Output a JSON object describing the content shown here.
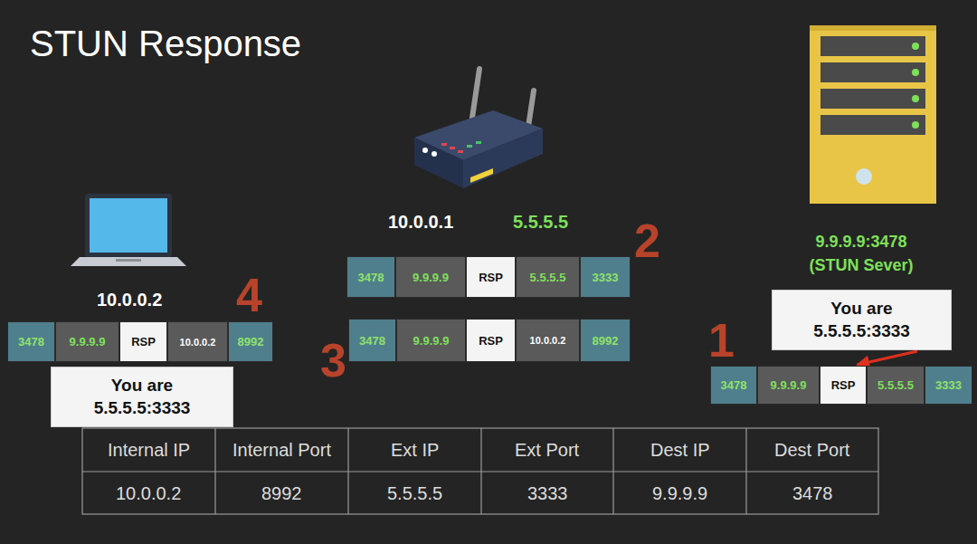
{
  "diagram": {
    "title": "STUN Response",
    "nodes": [
      {
        "text": [
          "3478"
        ]
      },
      {
        "text": [
          "9.9.9.9"
        ]
      },
      {
        "text": [
          "RSP"
        ]
      },
      {
        "text": [
          "5.5.5.5"
        ]
      },
      {
        "text": [
          "3333"
        ]
      },
      {
        "text": [
          "You are 5.5.5.5:3333"
        ]
      },
      {
        "text": [
          "3478"
        ]
      },
      {
        "text": [
          "9.9.9.9"
        ]
      },
      {
        "text": [
          "RSP"
        ]
      },
      {
        "text": [
          "10.0.0.2"
        ]
      },
      {
        "text": [
          "8992"
        ]
      },
      {
        "text": [
          "3478"
        ]
      },
      {
        "text": [
          "9.9.9.9"
        ]
      },
      {
        "text": [
          "RSP"
        ]
      },
      {
        "text": [
          "10.0.0.2"
        ]
      },
      {
        "text": [
          "8992"
        ]
      },
      {
        "text": [
          "You are 5.5.5.5:3333"
        ]
      },
      {
        "text": [
          "3478"
        ]
      },
      {
        "text": [
          "9.9.9.9"
        ]
      },
      {
        "text": [
          "RSP"
        ]
      },
      {
        "text": [
          "5.5.5.5"
        ]
      },
      {
        "text": [
          "3333"
        ]
      }
    ],
    "edges": [
      {
        "from": 5,
        "to": 19,
        "arrow": "to"
      }
    ],
    "labels": [
      "10.0.0.1",
      "5.5.5.5",
      "9.9.9.9:3478 (STUN Sever)",
      "10.0.0.2",
      "1",
      "2",
      "3",
      "4",
      "Internal IP",
      "Internal Port",
      "Ext IP",
      "Ext Port",
      "Dest IP",
      "Dest Port",
      "10.0.0.2",
      "8992",
      "5.5.5.5",
      "3333",
      "9.9.9.9",
      "3478"
    ]
  }
}
